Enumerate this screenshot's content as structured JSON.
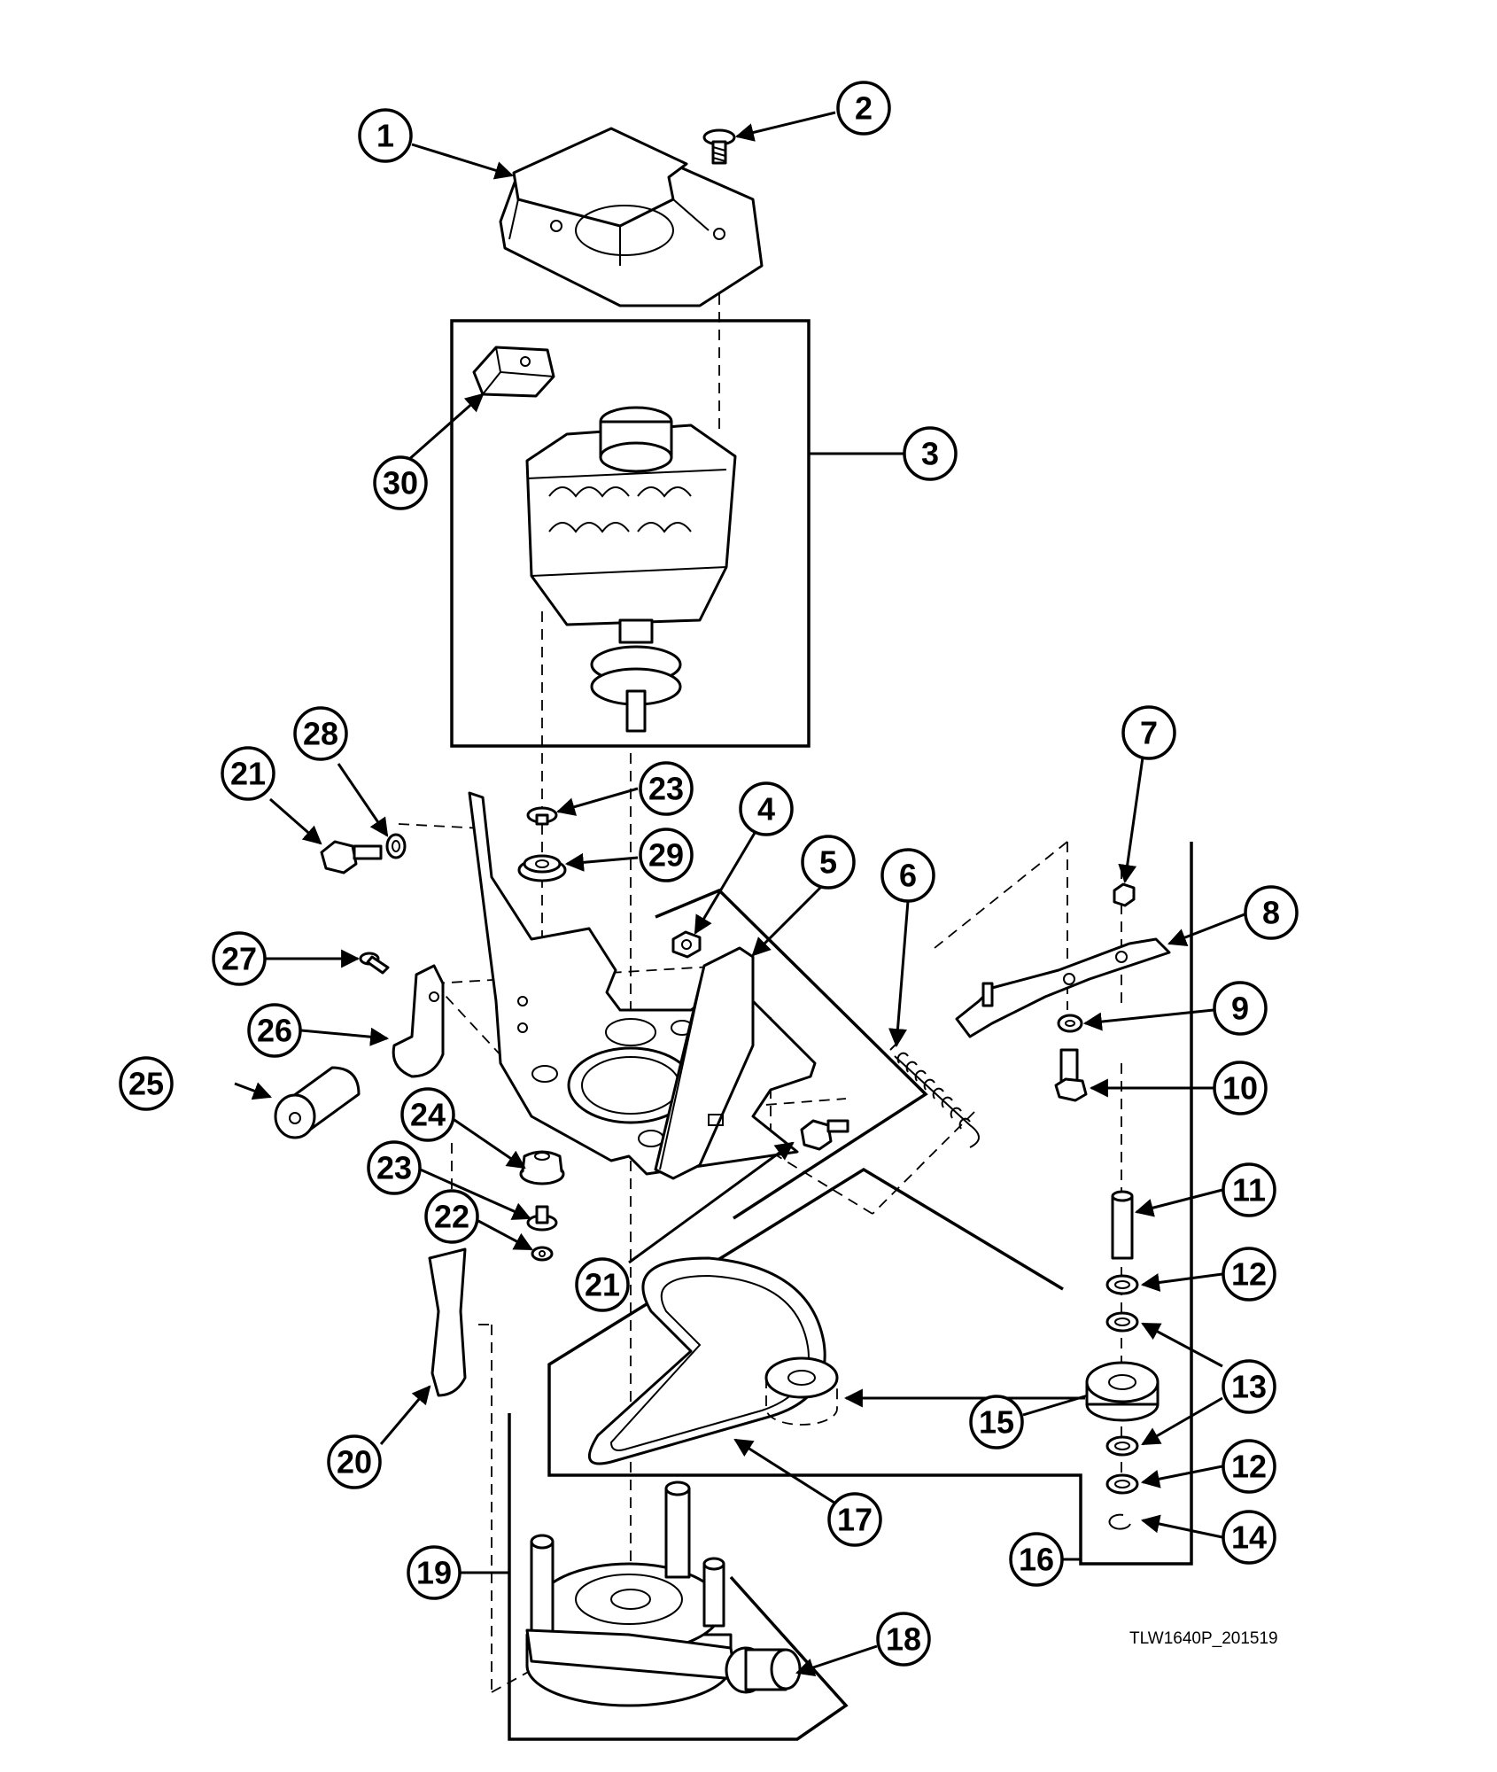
{
  "figure_code": "TLW1640P_201519",
  "callouts": [
    "1",
    "2",
    "3",
    "4",
    "5",
    "6",
    "7",
    "8",
    "9",
    "10",
    "11",
    "12",
    "13",
    "14",
    "15",
    "16",
    "17",
    "18",
    "19",
    "20",
    "21",
    "22",
    "23",
    "24",
    "25",
    "26",
    "27",
    "28",
    "29",
    "30"
  ]
}
